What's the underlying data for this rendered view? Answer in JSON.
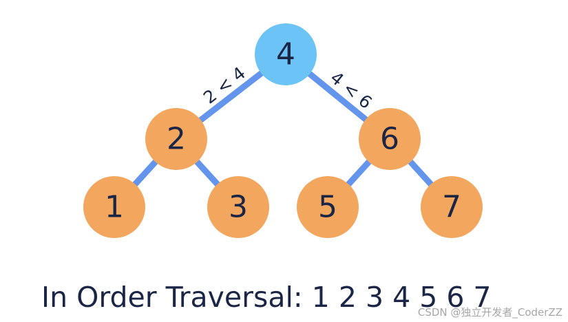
{
  "tree": {
    "nodes": [
      {
        "id": "n4",
        "label": "4",
        "role": "root"
      },
      {
        "id": "n2",
        "label": "2",
        "role": "child"
      },
      {
        "id": "n6",
        "label": "6",
        "role": "child"
      },
      {
        "id": "n1",
        "label": "1",
        "role": "child"
      },
      {
        "id": "n3",
        "label": "3",
        "role": "child"
      },
      {
        "id": "n5",
        "label": "5",
        "role": "child"
      },
      {
        "id": "n7",
        "label": "7",
        "role": "child"
      }
    ],
    "edges": [
      {
        "from": "n4",
        "to": "n2",
        "label": "2 < 4"
      },
      {
        "from": "n4",
        "to": "n6",
        "label": "4 < 6"
      },
      {
        "from": "n2",
        "to": "n1",
        "label": ""
      },
      {
        "from": "n2",
        "to": "n3",
        "label": ""
      },
      {
        "from": "n6",
        "to": "n5",
        "label": ""
      },
      {
        "from": "n6",
        "to": "n7",
        "label": ""
      }
    ]
  },
  "caption": "In Order Traversal: 1 2 3 4 5 6 7",
  "watermark": "CSDN @独立开发者_CoderZZ",
  "colors": {
    "root_node": "#6cc3f5",
    "child_node": "#f2a65e",
    "edge": "#6495ed",
    "text": "#1b2545"
  }
}
